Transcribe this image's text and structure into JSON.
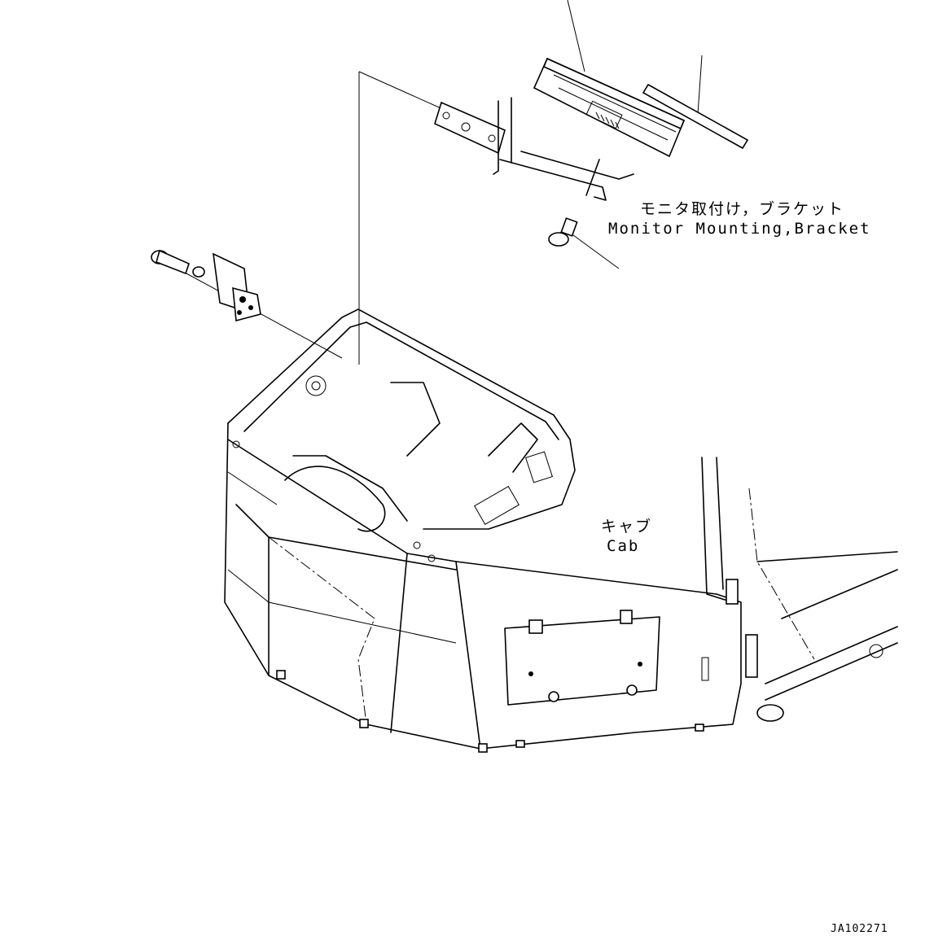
{
  "callouts": {
    "monitor_bracket": {
      "japanese": "モニタ取付け，ブラケット",
      "english": "Monitor Mounting,Bracket"
    },
    "cab": {
      "japanese": "キャブ",
      "english": "Cab"
    }
  },
  "drawing_code": "JA102271"
}
